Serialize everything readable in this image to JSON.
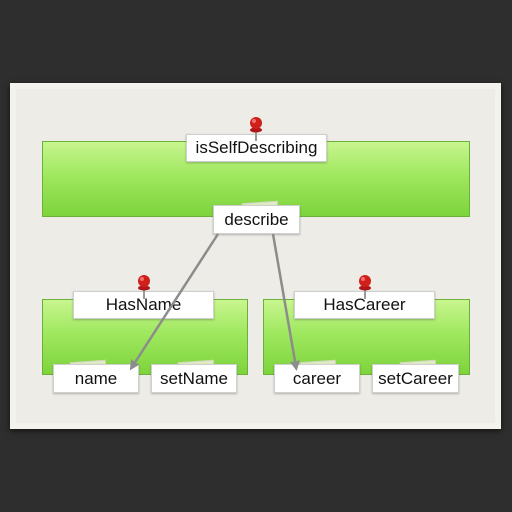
{
  "diagram": {
    "top_module": {
      "name": "isSelfDescribing",
      "method": "describe"
    },
    "modules": [
      {
        "name": "HasName",
        "methods": [
          "name",
          "setName"
        ]
      },
      {
        "name": "HasCareer",
        "methods": [
          "career",
          "setCareer"
        ]
      }
    ]
  },
  "colors": {
    "background": "#2e2e2e",
    "board": "#eeece6",
    "module_fill": "#9fe85f",
    "pin": "#d0201a",
    "arrow": "#8c8c8c"
  },
  "icons": [
    "pushpin-icon"
  ]
}
